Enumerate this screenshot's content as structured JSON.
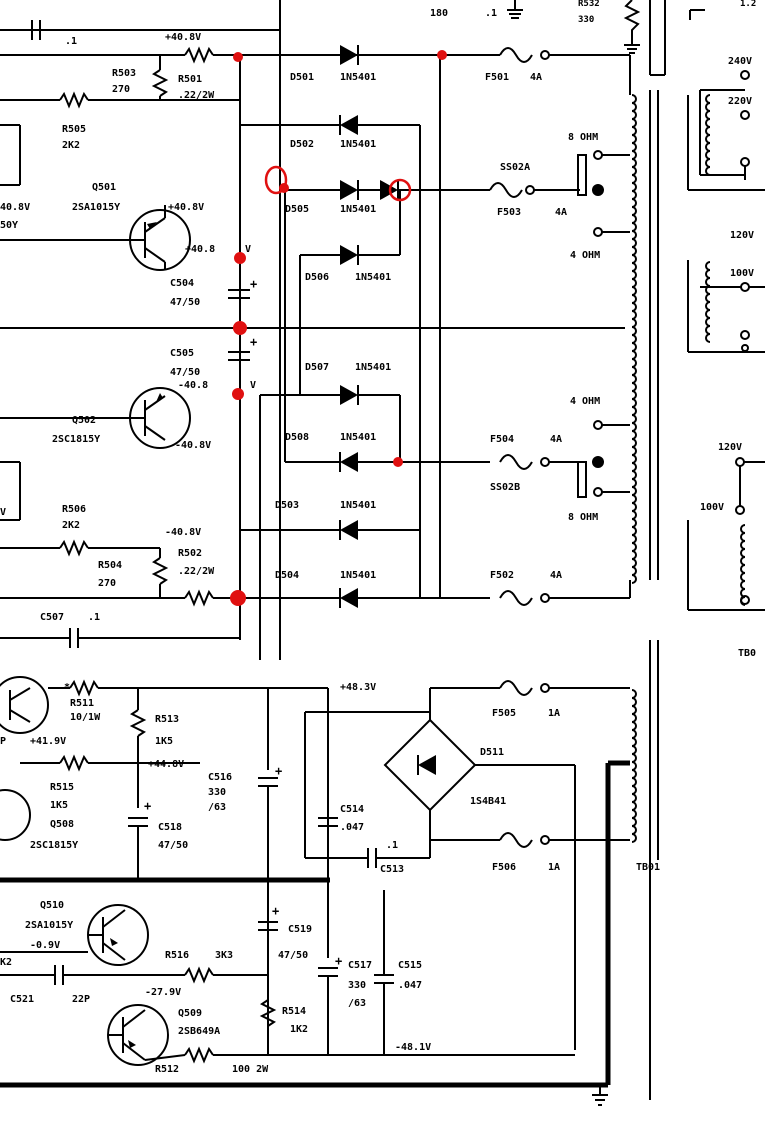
{
  "labels": {
    "r_180": "180",
    "c_top_val": ".1",
    "r_top_right": "R532",
    "r_top_right_val": "330",
    "v_408_top": "+40.8V",
    "c_top_left_val": ".1",
    "r503": "R503",
    "r503_val": "270",
    "r501": "R501",
    "r501_val": ".22/2W",
    "r505": "R505",
    "r505_val": "2K2",
    "q501": "Q501",
    "q501_type": "2SA1015Y",
    "v_408_q501": "+40.8V",
    "v_408_left": "40.8V",
    "left_code": "50Y",
    "v_408_mid": "+40.8",
    "v_unit": "V",
    "c504": "C504",
    "c504_val": "47/50",
    "c505": "C505",
    "c505_val": "47/50",
    "v_neg408_mid": "-40.8",
    "q502": "Q502",
    "q502_type": "2SC1815Y",
    "v_neg408_q502": "-40.8V",
    "r506": "R506",
    "r506_val": "2K2",
    "v_neg408_low": "-40.8V",
    "r504": "R504",
    "r504_val": "270",
    "r502": "R502",
    "r502_val": ".22/2W",
    "c507": "C507",
    "c507_val": ".1",
    "d501": "D501",
    "d502": "D502",
    "d503": "D503",
    "d505": "D505",
    "d506": "D506",
    "d507": "D507",
    "d508": "D508",
    "d504": "D504",
    "diode_type": "1N5401",
    "f501": "F501",
    "f502": "F502",
    "f503": "F503",
    "f504": "F504",
    "f505": "F505",
    "f506": "F506",
    "fuse_4a": "4A",
    "fuse_1a": "1A",
    "ss02a": "SS02A",
    "ss02b": "SS02B",
    "ohm8": "8 OHM",
    "ohm4": "4 OHM",
    "v240": "240V",
    "v220": "220V",
    "v120a": "120V",
    "v100a": "100V",
    "v120b": "120V",
    "v100b": "100V",
    "tb0": "TB0",
    "tb01": "TB01",
    "r511": "R511",
    "r511_val": "10/1W",
    "r513": "R513",
    "r513_val": "1K5",
    "v_419": "+41.9V",
    "v_448": "+44.8V",
    "r515": "R515",
    "r515_val": "1K5",
    "q508": "Q508",
    "q508_type": "2SC1815Y",
    "c516": "C516",
    "c516_val1": "330",
    "c516_val2": "/63",
    "c518": "C518",
    "c518_val": "47/50",
    "v_483": "+48.3V",
    "d511": "D511",
    "d511_type": "1S4B41",
    "c514": "C514",
    "c514_val": ".047",
    "c513": "C513",
    "c513_val": ".1",
    "q510": "Q510",
    "q510_type": "2SA1015Y",
    "v_neg09": "-0.9V",
    "k2": "K2",
    "c521": "C521",
    "c521_val": "22P",
    "r516": "R516",
    "r516_val": "3K3",
    "v_neg279": "-27.9V",
    "q509": "Q509",
    "q509_type": "2SB649A",
    "c519": "C519",
    "c519_val": "47/50",
    "c517": "C517",
    "c517_val": "330",
    "c517_val2": "/63",
    "c515": "C515",
    "c515_val": ".047",
    "r514": "R514",
    "r514_val": "1K2",
    "r512": "R512",
    "r512_val": "100 2W",
    "v_neg481": "-48.1V",
    "left_p": "P"
  }
}
